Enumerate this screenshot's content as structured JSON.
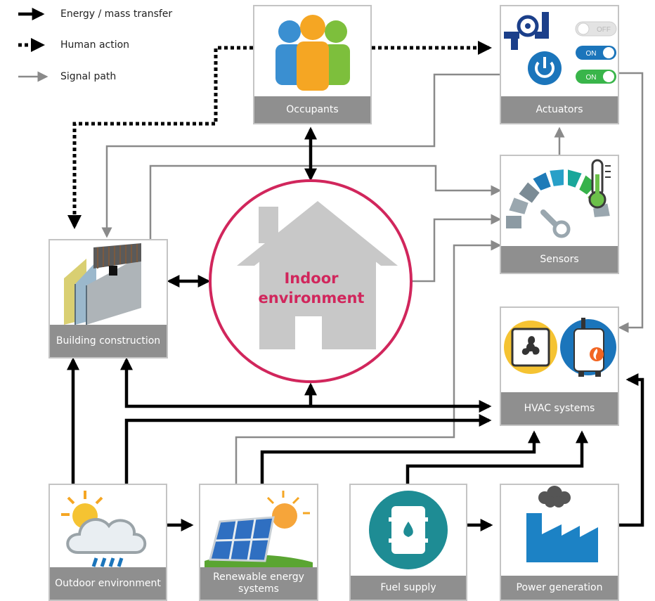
{
  "legend": {
    "energy": "Energy / mass transfer",
    "human": "Human action",
    "signal": "Signal path"
  },
  "center": {
    "line1": "Indoor",
    "line2": "environment"
  },
  "nodes": {
    "occupants": "Occupants",
    "actuators": "Actuators",
    "sensors": "Sensors",
    "building": "Building construction",
    "hvac": "HVAC systems",
    "outdoor": "Outdoor environment",
    "renewable": "Renewable energy systems",
    "fuel": "Fuel supply",
    "power": "Power generation"
  },
  "toggles": {
    "off": "OFF",
    "on": "ON"
  },
  "colors": {
    "energy": "#000000",
    "signal": "#8a8a8a",
    "caption": "#8f8f8f",
    "accent": "#d1265c",
    "teal": "#1e8c94",
    "blue": "#1b75bb"
  }
}
